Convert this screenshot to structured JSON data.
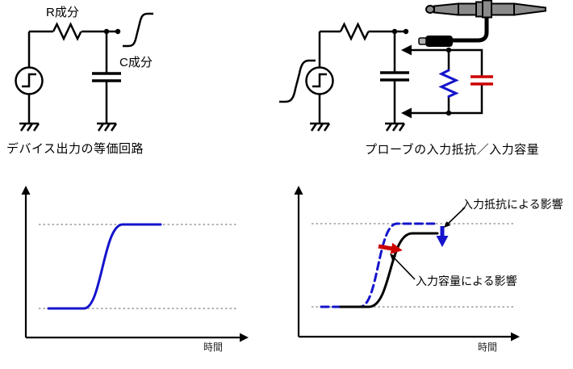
{
  "colors": {
    "blue": "#1414cc",
    "red": "#cc0000",
    "gray_dotted": "#9a9a9a",
    "probe_gray": "#8a8a8a",
    "black": "#000000"
  },
  "circuit_left": {
    "r_label": "R成分",
    "c_label": "C成分",
    "caption": "デバイス出力の等価回路"
  },
  "circuit_right": {
    "caption": "プローブの入力抵抗／入力容量"
  },
  "chart_left": {
    "x_label": "時間"
  },
  "chart_right": {
    "x_label": "時間",
    "label_resistance": "入力抵抗による影響",
    "label_capacitance": "入力容量による影響"
  },
  "chart_data": [
    {
      "type": "line",
      "panel": "bottom-left",
      "xlabel": "時間",
      "ylabel": "",
      "axes_numeric": false,
      "grid": false,
      "reference_lines_y": [
        0,
        1
      ],
      "series": [
        {
          "name": "device-output-step-response",
          "color": "#1414cc",
          "style": "solid",
          "x": [
            0,
            1,
            1.6,
            1.9,
            2.2,
            2.5,
            2.8,
            3.4,
            5.0
          ],
          "y": [
            0,
            0,
            0.03,
            0.2,
            0.6,
            0.92,
            1.0,
            1.0,
            1.0
          ]
        }
      ]
    },
    {
      "type": "line",
      "panel": "bottom-right",
      "xlabel": "時間",
      "ylabel": "",
      "axes_numeric": false,
      "grid": false,
      "reference_lines_y": [
        0,
        1
      ],
      "series": [
        {
          "name": "waveform-without-probe",
          "color": "#1414cc",
          "style": "dashed",
          "x": [
            0,
            1.7,
            2.2,
            2.5,
            2.8,
            3.1,
            3.3,
            5.0
          ],
          "y": [
            0,
            0,
            0.05,
            0.5,
            0.9,
            1.0,
            1.0,
            1.0
          ]
        },
        {
          "name": "waveform-with-probe-loading",
          "color": "#000000",
          "style": "solid",
          "x": [
            0.8,
            2.1,
            2.6,
            2.9,
            3.2,
            3.6,
            4.0,
            5.0
          ],
          "y": [
            0,
            0,
            0.04,
            0.4,
            0.75,
            0.87,
            0.88,
            0.88
          ]
        }
      ],
      "annotations": [
        {
          "text": "入力抵抗による影響",
          "arrow_color": "#1414cc"
        },
        {
          "text": "入力容量による影響",
          "arrow_color": "#cc0000"
        }
      ]
    }
  ]
}
